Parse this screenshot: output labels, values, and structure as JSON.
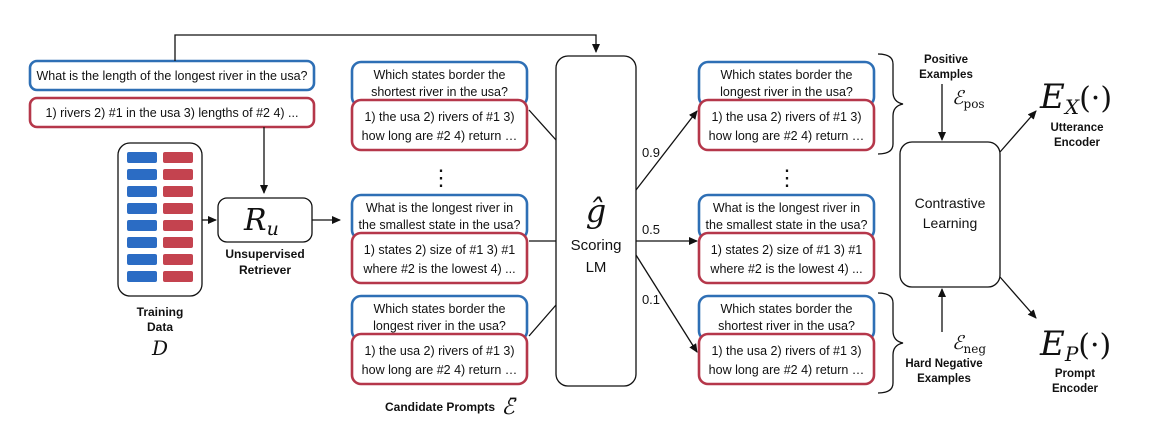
{
  "query": {
    "question": "What is the length of the longest river in the usa?",
    "decomposition": "1) rivers 2) #1 in the usa 3) lengths of #2 4) ..."
  },
  "training_data": {
    "label_line1": "Training",
    "label_line2": "Data",
    "symbol": "D"
  },
  "retriever": {
    "symbol": "R",
    "subscript": "u",
    "label_line1": "Unsupervised",
    "label_line2": "Retriever"
  },
  "candidates": {
    "label": "Candidate Prompts",
    "symbol": "ℰ̄",
    "ellipsis": "⋮",
    "items": [
      {
        "q1": "Which states border the",
        "q2": "shortest river in the usa?",
        "d1": "1) the usa 2) rivers of #1 3)",
        "d2": "how long are #2 4) return …"
      },
      {
        "q1": "What is the longest river in",
        "q2": "the smallest state in the usa?",
        "d1": "1) states 2) size of #1 3) #1",
        "d2": "where #2 is the lowest 4) ..."
      },
      {
        "q1": "Which states border the",
        "q2": "longest river in the usa?",
        "d1": "1) the usa 2) rivers of #1 3)",
        "d2": "how long are #2 4) return …"
      }
    ]
  },
  "scoring": {
    "symbol": "ĝ",
    "label_line1": "Scoring",
    "label_line2": "LM",
    "scores": [
      "0.9",
      "0.5",
      "0.1"
    ]
  },
  "ranked": {
    "ellipsis": "⋮",
    "items": [
      {
        "q1": "Which states border the",
        "q2": "longest river in the usa?",
        "d1": "1) the usa 2) rivers of #1 3)",
        "d2": "how long are #2 4) return …"
      },
      {
        "q1": "What is the longest river in",
        "q2": "the smallest state in the usa?",
        "d1": "1) states 2) size of #1 3) #1",
        "d2": "where #2 is the lowest 4) ..."
      },
      {
        "q1": "Which states border the",
        "q2": "shortest river in the usa?",
        "d1": "1) the usa 2) rivers of #1 3)",
        "d2": "how long are #2 4) return …"
      }
    ]
  },
  "positive": {
    "line1": "Positive",
    "line2": "Examples",
    "symbol": "ℰ",
    "sub": "pos"
  },
  "negative": {
    "line1": "Hard Negative",
    "line2": "Examples",
    "symbol": "ℰ",
    "sub": "neg"
  },
  "contrastive": {
    "line1": "Contrastive",
    "line2": "Learning"
  },
  "encoders": {
    "utterance": {
      "symbol": "E",
      "sub": "X",
      "arg": "(·)",
      "line1": "Utterance",
      "line2": "Encoder"
    },
    "prompt": {
      "symbol": "E",
      "sub": "P",
      "arg": "(·)",
      "line1": "Prompt",
      "line2": "Encoder"
    }
  },
  "colors": {
    "question_border": "#2e6fb5",
    "decomposition_border": "#b5374a",
    "blue_bar": "#2b6cc4",
    "red_bar": "#c4434f"
  }
}
